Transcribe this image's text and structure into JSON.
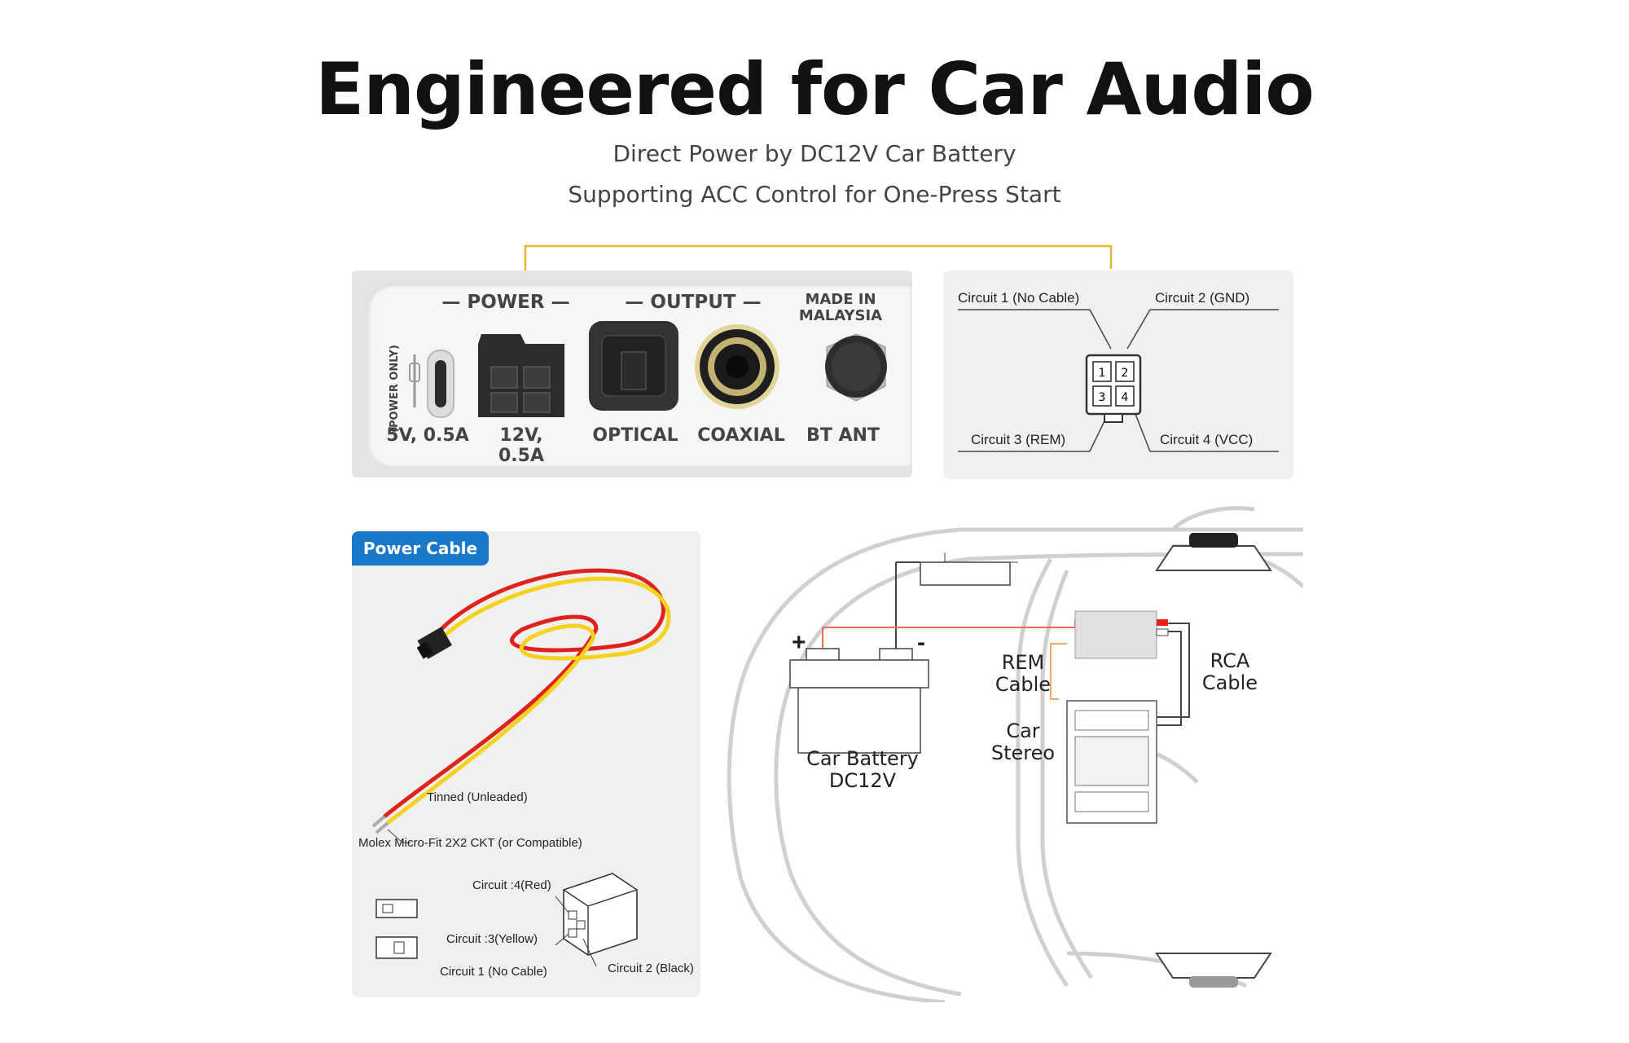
{
  "header": {
    "title": "Engineered for Car Audio",
    "subtitle_1": "Direct Power by DC12V Car Battery",
    "subtitle_2": "Supporting ACC Control for One-Press Start"
  },
  "panel": {
    "power_heading": "— POWER —",
    "output_heading": "— OUTPUT —",
    "made_in_1": "MADE IN",
    "made_in_2": "MALAYSIA",
    "power_only": "(POWER ONLY)",
    "label_usb": "5V, 0.5A",
    "label_dc": "12V, 0.5A",
    "label_optical": "OPTICAL",
    "label_coaxial": "COAXIAL",
    "label_bt": "BT ANT"
  },
  "pinout": {
    "c1": "Circuit 1 (No Cable)",
    "c2": "Circuit 2 (GND)",
    "c3": "Circuit 3 (REM)",
    "c4": "Circuit 4 (VCC)",
    "pins": [
      "1",
      "2",
      "3",
      "4"
    ]
  },
  "cable": {
    "badge": "Power Cable",
    "tinned": "Tinned (Unleaded)",
    "molex": "Molex Micro-Fit 2X2 CKT (or Compatible)",
    "c4": "Circuit :4(Red)",
    "c3": "Circuit :3(Yellow)",
    "c1": "Circuit 1 (No Cable)",
    "c2": "Circuit 2 (Black)"
  },
  "car": {
    "plus": "+",
    "minus": "-",
    "battery_1": "Car Battery",
    "battery_2": "DC12V",
    "rem_1": "REM",
    "rem_2": "Cable",
    "stereo_1": "Car",
    "stereo_2": "Stereo",
    "rca_1": "RCA",
    "rca_2": "Cable"
  },
  "colors": {
    "accent_line": "#e6b830",
    "badge_blue": "#1a78c8",
    "wire_red": "#e0221c",
    "wire_yellow": "#f4d21e"
  }
}
